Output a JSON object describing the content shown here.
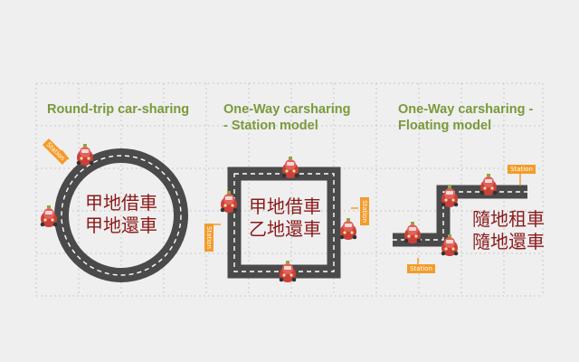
{
  "panels": [
    {
      "title_lines": [
        "Round-trip car-sharing"
      ],
      "rental_rule": [
        "甲地借車",
        "甲地還車"
      ]
    },
    {
      "title_lines": [
        "One-Way carsharing",
        "- Station model"
      ],
      "rental_rule": [
        "甲地借車",
        "乙地還車"
      ]
    },
    {
      "title_lines": [
        "One-Way carsharing -",
        "Floating model"
      ],
      "rental_rule": [
        "隨地租車",
        "隨地還車"
      ]
    }
  ],
  "station_label": "Station",
  "colors": {
    "title_green": "#7a9a3a",
    "rule_text": "#8b1a1a",
    "road": "#4a4a4a",
    "road_dash": "#ffffff",
    "station_sign": "#f39c2a",
    "car_body": "#d9534f",
    "background": "#efefef"
  },
  "icons": [
    "car-icon",
    "station-sign-icon",
    "road-icon"
  ]
}
